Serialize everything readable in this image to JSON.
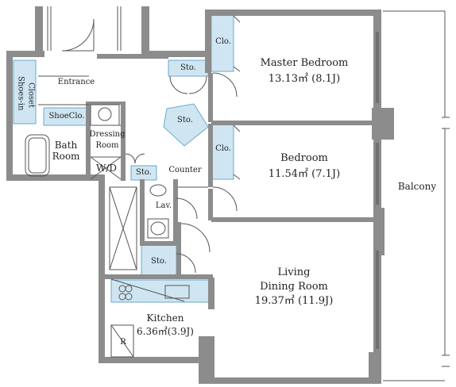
{
  "rooms": {
    "master_bedroom": {
      "name": "Master Bedroom",
      "size": "13.13㎡ (8.1J)"
    },
    "bedroom": {
      "name": "Bedroom",
      "size": "11.54㎡ (7.1J)"
    },
    "living": {
      "name_line1": "Living",
      "name_line2": "Dining Room",
      "size": "19.37㎡ (11.9J)"
    },
    "kitchen": {
      "name": "Kitchen",
      "size": "6.36㎡(3.9J)"
    },
    "balcony": "Balcony",
    "entrance": "Entrance",
    "shoes_in_closet": {
      "line1": "Shoes-in",
      "line2": "Closet"
    },
    "shoe_closet": "ShoeClo.",
    "bath": {
      "line1": "Bath",
      "line2": "Room"
    },
    "dressing": {
      "line1": "Dressing",
      "line2": "Room"
    },
    "wd": "W/D",
    "lav": "Lav.",
    "counter": "Counter",
    "refrigerator": "R"
  },
  "closets": {
    "clo_master": "Clo.",
    "clo_bedroom": "Clo."
  },
  "storage": {
    "sto_top": "Sto.",
    "sto_diag": "Sto.",
    "sto_mid": "Sto.",
    "sto_bottom": "Sto."
  },
  "colors": {
    "wall": "#8c8c8c",
    "closet_fill": "#cfe6f2",
    "closet_stroke": "#6aa8cc",
    "line": "#555555"
  }
}
